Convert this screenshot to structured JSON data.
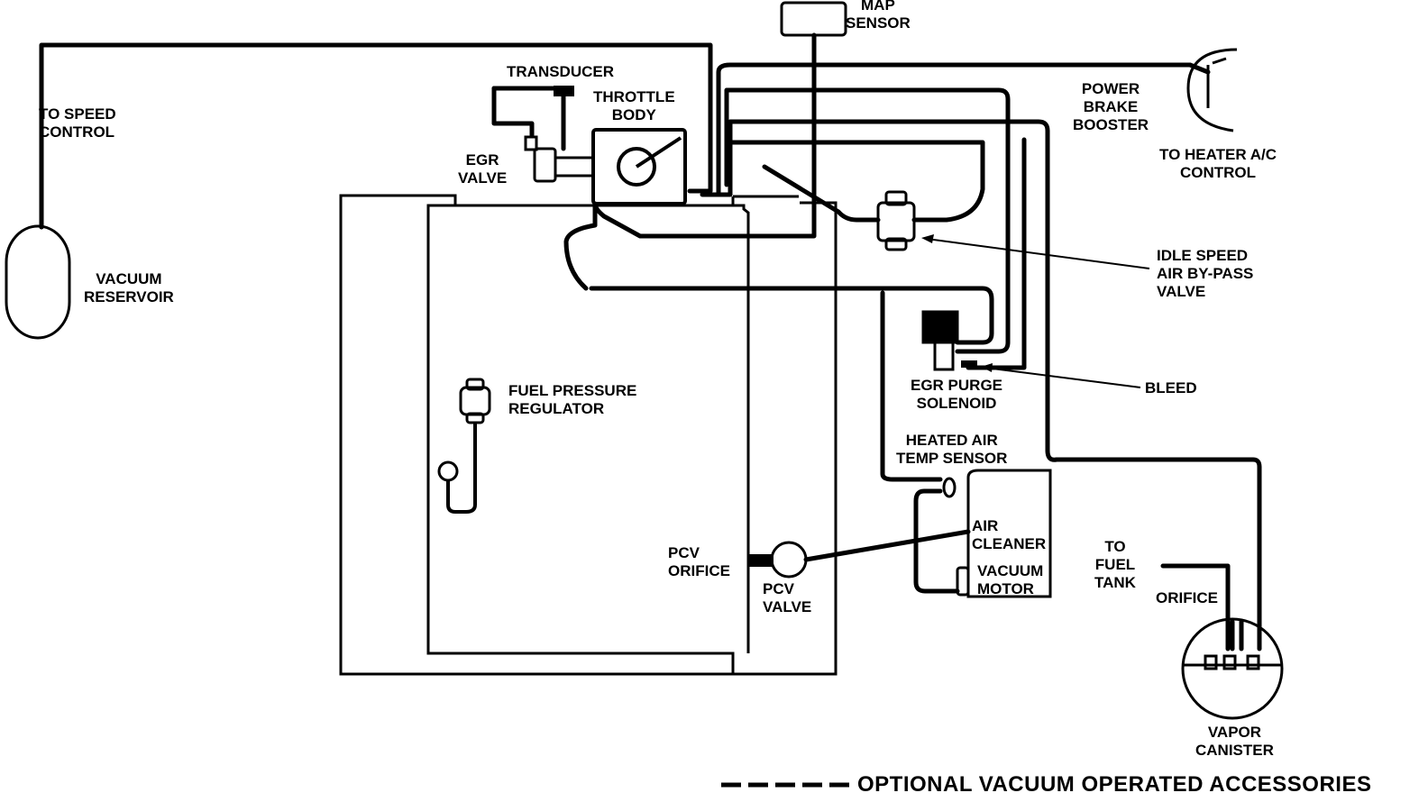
{
  "labels": {
    "map_sensor": [
      "MAP",
      "SENSOR"
    ],
    "transducer": "TRANSDUCER",
    "throttle_body": [
      "THROTTLE",
      "BODY"
    ],
    "to_speed_control": [
      "TO SPEED",
      "CONTROL"
    ],
    "egr_valve": [
      "EGR",
      "VALVE"
    ],
    "vacuum_reservoir": [
      "VACUUM",
      "RESERVOIR"
    ],
    "power_brake_booster": [
      "POWER",
      "BRAKE",
      "BOOSTER"
    ],
    "to_heater_ac_control": [
      "TO HEATER A/C",
      "CONTROL"
    ],
    "idle_speed_air_bypass_valve": [
      "IDLE SPEED",
      "AIR BY-PASS",
      "VALVE"
    ],
    "bleed": "BLEED",
    "egr_purge_solenoid": [
      "EGR PURGE",
      "SOLENOID"
    ],
    "fuel_pressure_regulator": [
      "FUEL PRESSURE",
      "REGULATOR"
    ],
    "heated_air_temp_sensor": [
      "HEATED AIR",
      "TEMP SENSOR"
    ],
    "air_cleaner": [
      "AIR",
      "CLEANER"
    ],
    "vacuum_motor": [
      "VACUUM",
      "MOTOR"
    ],
    "to_fuel_tank": [
      "TO",
      "FUEL",
      "TANK"
    ],
    "orifice": "ORIFICE",
    "pcv_orifice": [
      "PCV",
      "ORIFICE"
    ],
    "pcv_valve": [
      "PCV",
      "VALVE"
    ],
    "vapor_canister": [
      "VAPOR",
      "CANISTER"
    ]
  },
  "legend": {
    "text": "OPTIONAL VACUUM OPERATED ACCESSORIES"
  }
}
